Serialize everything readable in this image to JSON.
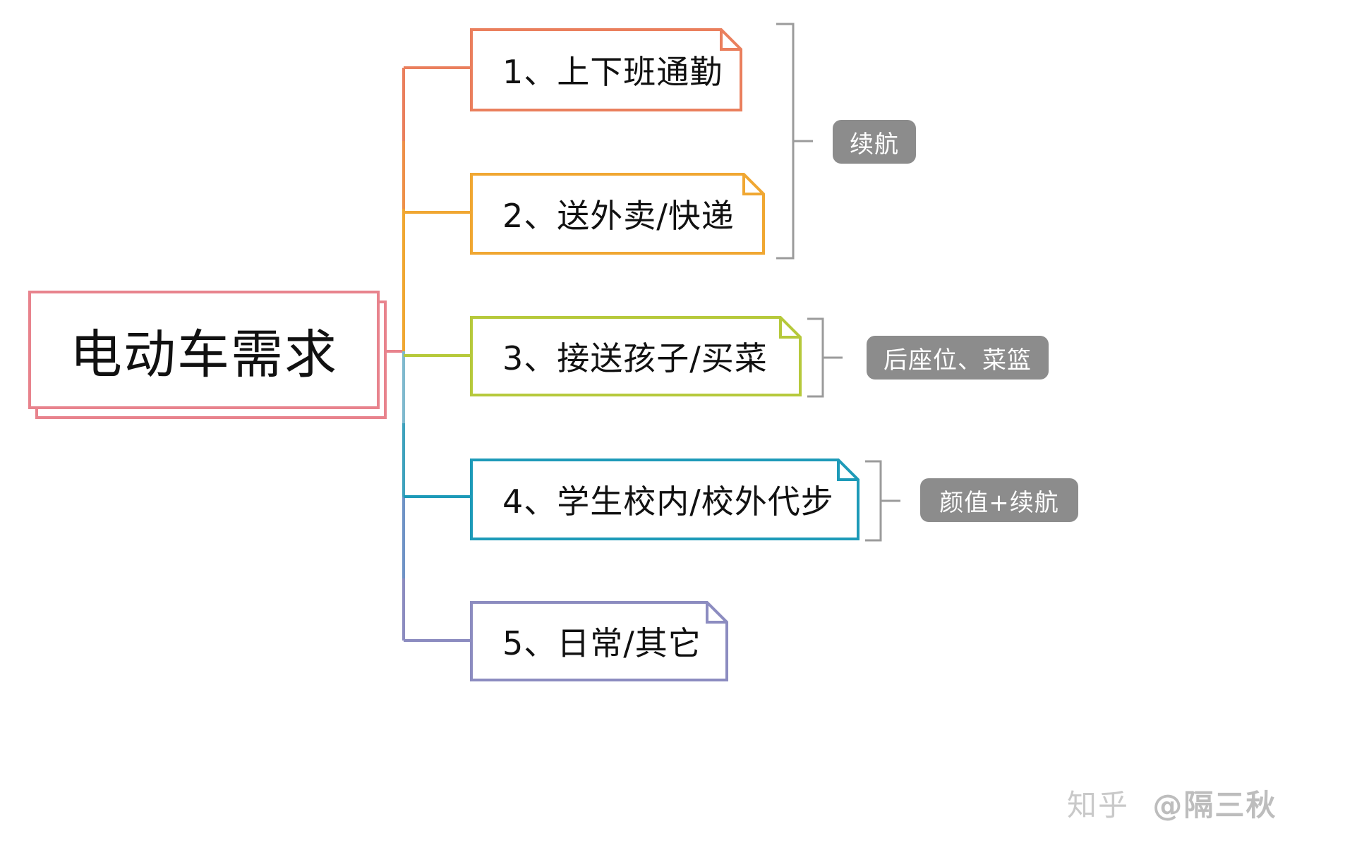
{
  "diagram": {
    "type": "mind-map",
    "orientation": "left-to-right",
    "background": "#ffffff",
    "root": {
      "label": "电动车需求",
      "color": "#e8838d"
    },
    "branches": [
      {
        "index": "1",
        "label": "1、上下班通勤",
        "color": "#ea7f5d"
      },
      {
        "index": "2",
        "label": "2、送外卖/快递",
        "color": "#f0a732"
      },
      {
        "index": "3",
        "label": "3、接送孩子/买菜",
        "color": "#b6c93b"
      },
      {
        "index": "4",
        "label": "4、学生校内/校外代步",
        "color": "#1d9ab8"
      },
      {
        "index": "5",
        "label": "5、日常/其它",
        "color": "#8c8cc0"
      }
    ],
    "groups": [
      {
        "label": "续航",
        "covers": [
          "1",
          "2"
        ],
        "color": "#8c8c8c"
      },
      {
        "label": "后座位、菜篮",
        "covers": [
          "3"
        ],
        "color": "#8c8c8c"
      },
      {
        "label": "颜值+续航",
        "covers": [
          "4"
        ],
        "color": "#8c8c8c"
      }
    ],
    "bracket_color": "#9b9b9b"
  },
  "watermark": {
    "site": "知乎",
    "handle": "@隔三秋"
  }
}
